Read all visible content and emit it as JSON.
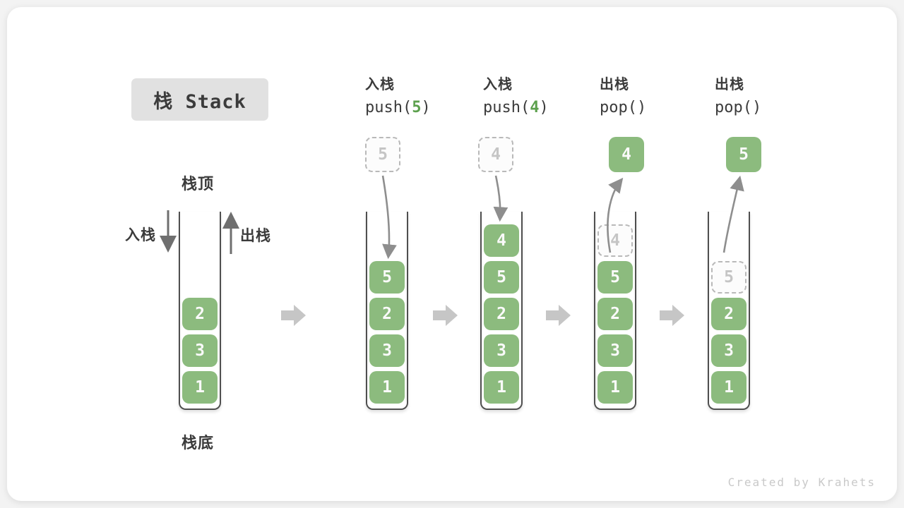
{
  "title": "栈 Stack",
  "side_labels": {
    "stack_top": "栈顶",
    "stack_bottom": "栈底",
    "push_in": "入栈",
    "pop_out": "出栈"
  },
  "columns": [
    {
      "op": "入栈",
      "code": {
        "prefix": "push(",
        "arg": "5",
        "suffix": ")"
      }
    },
    {
      "op": "入栈",
      "code": {
        "prefix": "push(",
        "arg": "4",
        "suffix": ")"
      }
    },
    {
      "op": "出栈",
      "code": {
        "prefix": "pop()",
        "arg": "",
        "suffix": ""
      }
    },
    {
      "op": "出栈",
      "code": {
        "prefix": "pop()",
        "arg": "",
        "suffix": ""
      }
    }
  ],
  "stacks": [
    {
      "cells": [
        "2",
        "3",
        "1"
      ]
    },
    {
      "incoming": "5",
      "cells": [
        "5",
        "2",
        "3",
        "1"
      ]
    },
    {
      "incoming": "4",
      "cells": [
        "4",
        "5",
        "2",
        "3",
        "1"
      ]
    },
    {
      "outgoing": "4",
      "ghost": "4",
      "cells": [
        "5",
        "2",
        "3",
        "1"
      ]
    },
    {
      "outgoing": "5",
      "ghost": "5",
      "cells": [
        "2",
        "3",
        "1"
      ]
    }
  ],
  "footer": {
    "credit": "Created by Krahets"
  },
  "colors": {
    "cell_green": "#8cbb7e",
    "code_arg_green": "#5ca04d",
    "title_bg": "#e1e1e1",
    "step_arrow_gray": "#c6c6c6",
    "text_dark": "#3b3b3b",
    "ghost_gray": "#c5c5c5"
  }
}
